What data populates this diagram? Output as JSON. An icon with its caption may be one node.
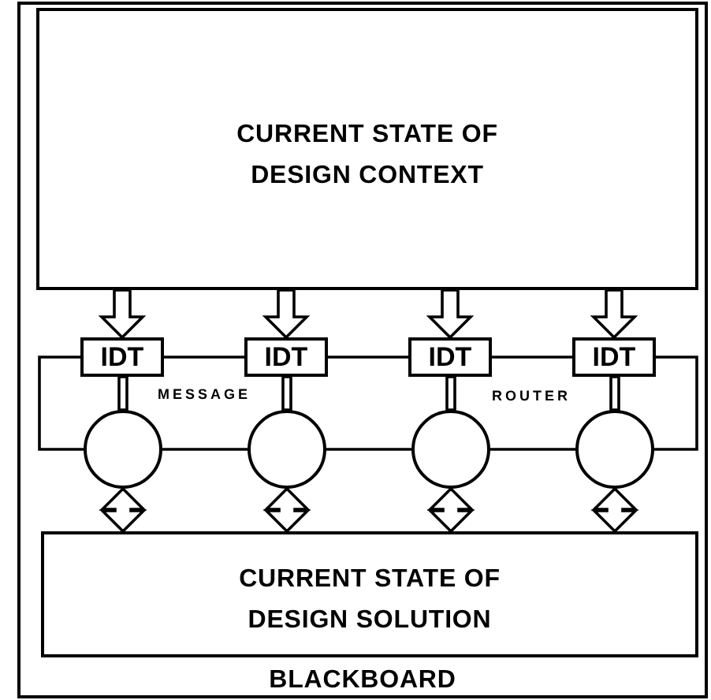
{
  "diagram": {
    "nodes": [
      {
        "text": [
          "BLACKBOARD"
        ]
      },
      {
        "text": [
          "CURRENT STATE OF DESIGN CONTEXT"
        ],
        "in": 0
      },
      {
        "text": [
          "IDT"
        ],
        "in": 0
      },
      {
        "text": [
          "IDT"
        ],
        "in": 0
      },
      {
        "text": [
          "IDT"
        ],
        "in": 0
      },
      {
        "text": [
          "IDT"
        ],
        "in": 0
      },
      {
        "text": [],
        "shape": "circle",
        "in": 0
      },
      {
        "text": [],
        "shape": "circle",
        "in": 0
      },
      {
        "text": [],
        "shape": "circle",
        "in": 0
      },
      {
        "text": [],
        "shape": "circle",
        "in": 0
      },
      {
        "text": [
          "CURRENT STATE OF DESIGN SOLUTION"
        ],
        "in": 0
      }
    ],
    "edges": [
      {
        "from": 1,
        "to": 2,
        "arrow": "to",
        "style": "thick"
      },
      {
        "from": 1,
        "to": 3,
        "arrow": "to",
        "style": "thick"
      },
      {
        "from": 1,
        "to": 4,
        "arrow": "to",
        "style": "thick"
      },
      {
        "from": 1,
        "to": 5,
        "arrow": "to",
        "style": "thick"
      },
      {
        "from": 2,
        "to": 6,
        "arrow": "none",
        "style": "thick"
      },
      {
        "from": 3,
        "to": 7,
        "arrow": "none",
        "style": "thick"
      },
      {
        "from": 4,
        "to": 8,
        "arrow": "none",
        "style": "thick"
      },
      {
        "from": 5,
        "to": 9,
        "arrow": "none",
        "style": "thick"
      },
      {
        "from": 6,
        "to": 10,
        "arrow": "both",
        "style": "thick"
      },
      {
        "from": 7,
        "to": 10,
        "arrow": "both",
        "style": "thick"
      },
      {
        "from": 8,
        "to": 10,
        "arrow": "both",
        "style": "thick"
      },
      {
        "from": 9,
        "to": 10,
        "arrow": "both",
        "style": "thick"
      },
      {
        "from": 2,
        "to": 3,
        "arrow": "none"
      },
      {
        "from": 3,
        "to": 4,
        "arrow": "none"
      },
      {
        "from": 4,
        "to": 5,
        "arrow": "none"
      },
      {
        "from": 6,
        "to": 7,
        "arrow": "none"
      },
      {
        "from": 7,
        "to": 8,
        "arrow": "none"
      },
      {
        "from": 8,
        "to": 9,
        "arrow": "none"
      },
      {
        "from": 2,
        "to": 6,
        "arrow": "none"
      },
      {
        "from": 5,
        "to": 9,
        "arrow": "none"
      }
    ],
    "labels": [
      "MESSAGE",
      "ROUTER"
    ]
  }
}
